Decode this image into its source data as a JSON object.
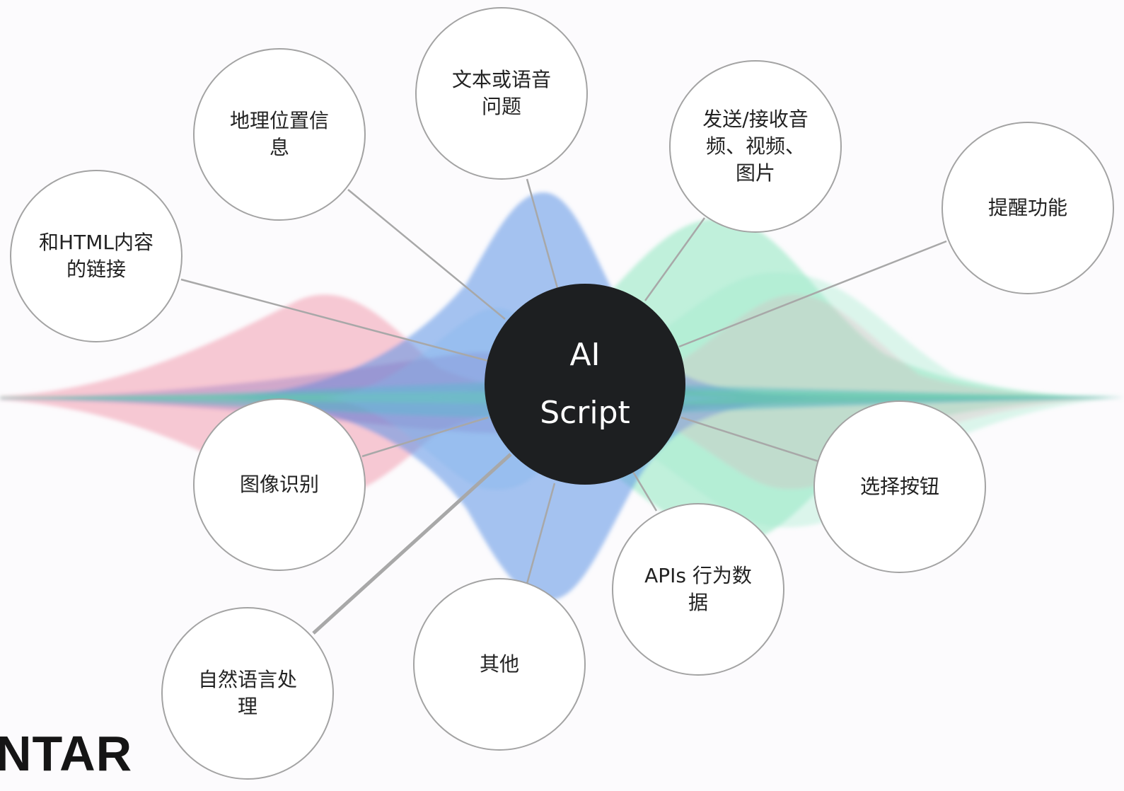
{
  "center": {
    "line1": "AI",
    "line2": "Script"
  },
  "nodes": [
    {
      "id": "text-voice",
      "text": "文本或语音\n问题"
    },
    {
      "id": "geo",
      "text": "地理位置信\n息"
    },
    {
      "id": "media",
      "text": "发送/接收音\n频、视频、\n图片"
    },
    {
      "id": "reminder",
      "text": "提醒功能"
    },
    {
      "id": "html-link",
      "text": "和HTML内容\n的链接"
    },
    {
      "id": "image-recog",
      "text": "图像识别"
    },
    {
      "id": "select-button",
      "text": "选择按钮"
    },
    {
      "id": "apis",
      "text": "APIs  行为数\n据"
    },
    {
      "id": "other",
      "text": "其他"
    },
    {
      "id": "nlp",
      "text": "自然语言处\n理"
    }
  ],
  "logo": {
    "text": "NTAR"
  },
  "colors": {
    "hub": "#1d1f21",
    "node_border": "#a3a3a3",
    "connector": "#a8a8a8",
    "wave_pink": "#f08aa0",
    "wave_blue": "#5c93e6",
    "wave_green": "#78e3b2",
    "wave_teal": "#4fb9c2",
    "wave_purple": "#8a6fbf"
  }
}
